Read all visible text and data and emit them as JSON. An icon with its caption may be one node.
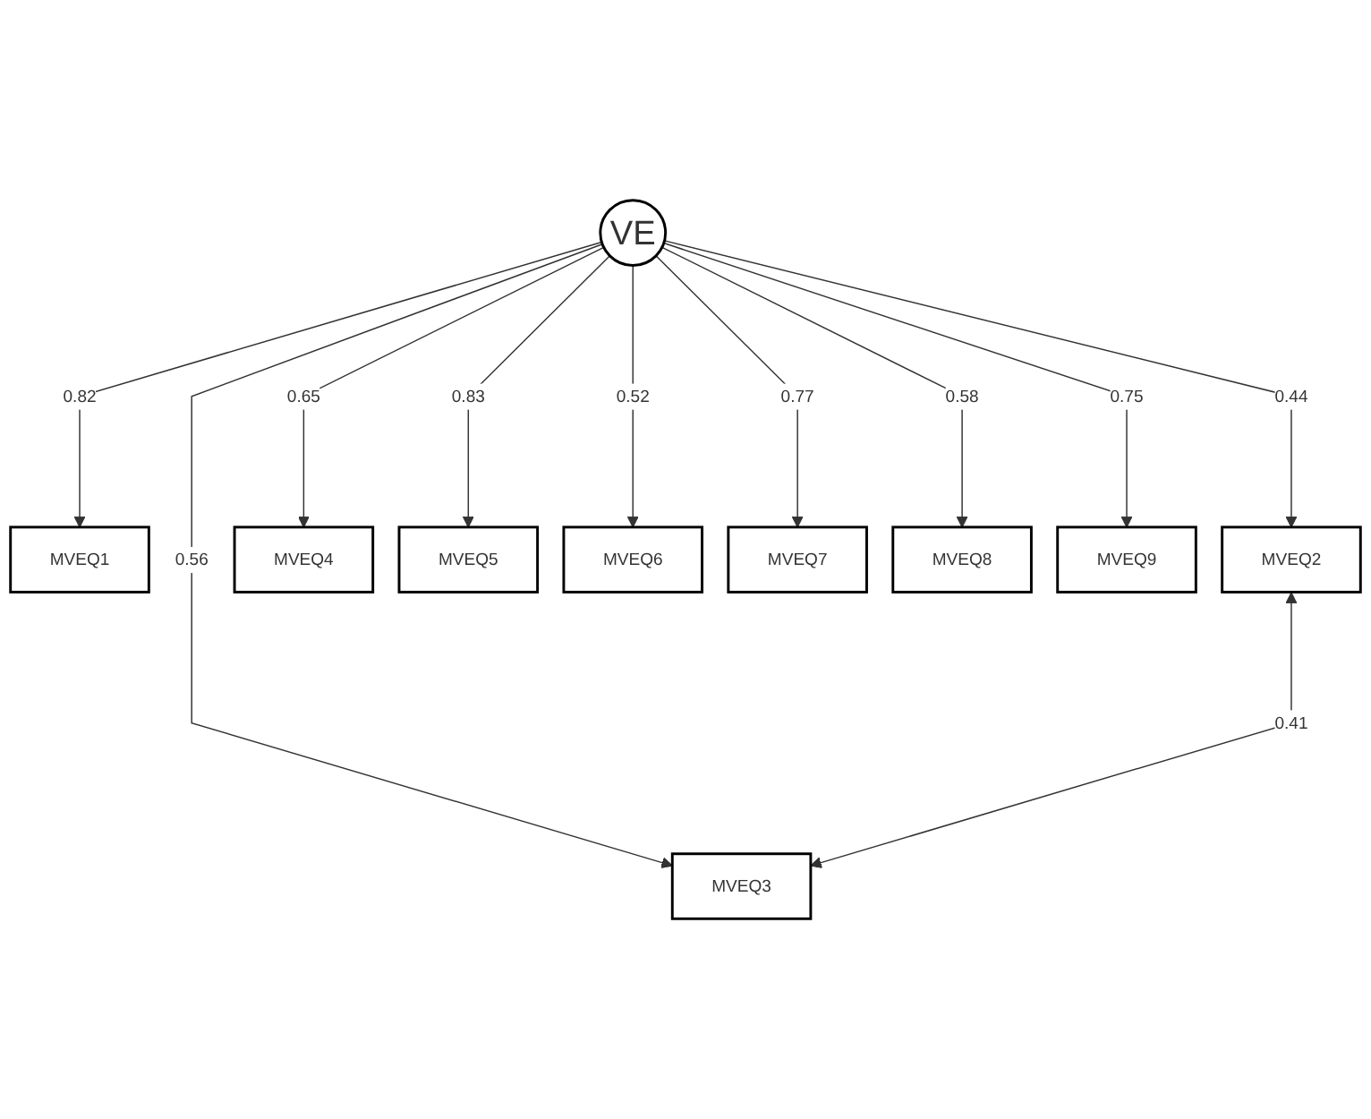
{
  "diagram": {
    "nodes": [
      {
        "text": [
          "VE"
        ]
      },
      {
        "text": [
          "MVEQ1"
        ]
      },
      {
        "text": [
          "MVEQ2"
        ]
      },
      {
        "text": [
          "MVEQ3"
        ]
      },
      {
        "text": [
          "MVEQ4"
        ]
      },
      {
        "text": [
          "MVEQ5"
        ]
      },
      {
        "text": [
          "MVEQ6"
        ]
      },
      {
        "text": [
          "MVEQ7"
        ]
      },
      {
        "text": [
          "MVEQ8"
        ]
      },
      {
        "text": [
          "MVEQ9"
        ]
      }
    ],
    "edges": [
      {
        "from": 0,
        "to": 1,
        "arrow": "to",
        "label": "0.82"
      },
      {
        "from": 0,
        "to": 2,
        "arrow": "to",
        "label": "0.44"
      },
      {
        "from": 0,
        "to": 3,
        "arrow": "to",
        "label": "0.56"
      },
      {
        "from": 0,
        "to": 4,
        "arrow": "to",
        "label": "0.65"
      },
      {
        "from": 0,
        "to": 5,
        "arrow": "to",
        "label": "0.83"
      },
      {
        "from": 0,
        "to": 6,
        "arrow": "to",
        "label": "0.52"
      },
      {
        "from": 0,
        "to": 7,
        "arrow": "to",
        "label": "0.77"
      },
      {
        "from": 0,
        "to": 8,
        "arrow": "to",
        "label": "0.58"
      },
      {
        "from": 0,
        "to": 9,
        "arrow": "to",
        "label": "0.75"
      },
      {
        "from": 2,
        "to": 3,
        "arrow": "both",
        "label": "0.41"
      }
    ]
  }
}
